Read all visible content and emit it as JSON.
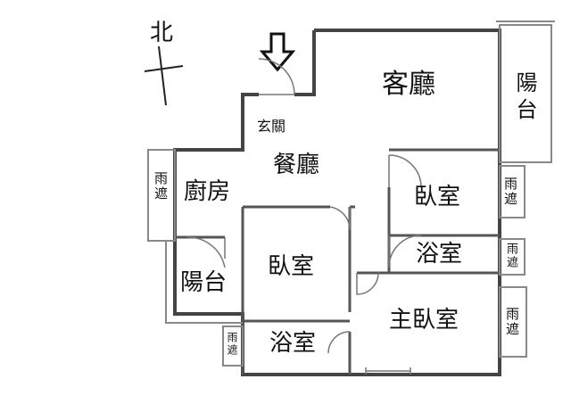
{
  "compass": {
    "north": "北"
  },
  "entrance_arrow_icon": "down-arrow-icon",
  "rooms": {
    "living_room": "客廳",
    "balcony_east": "陽台",
    "entrance": "玄關",
    "dining_room": "餐廳",
    "kitchen": "廚房",
    "rain_shelter_kitchen": "雨遮",
    "bedroom_east": "臥室",
    "rain_shelter_east_1": "雨遮",
    "bathroom_east": "浴室",
    "rain_shelter_east_2": "雨遮",
    "balcony_west": "陽台",
    "bedroom_center": "臥室",
    "master_bedroom": "主臥室",
    "rain_shelter_east_3": "雨遮",
    "bathroom_south": "浴室",
    "rain_shelter_south": "雨遮"
  }
}
